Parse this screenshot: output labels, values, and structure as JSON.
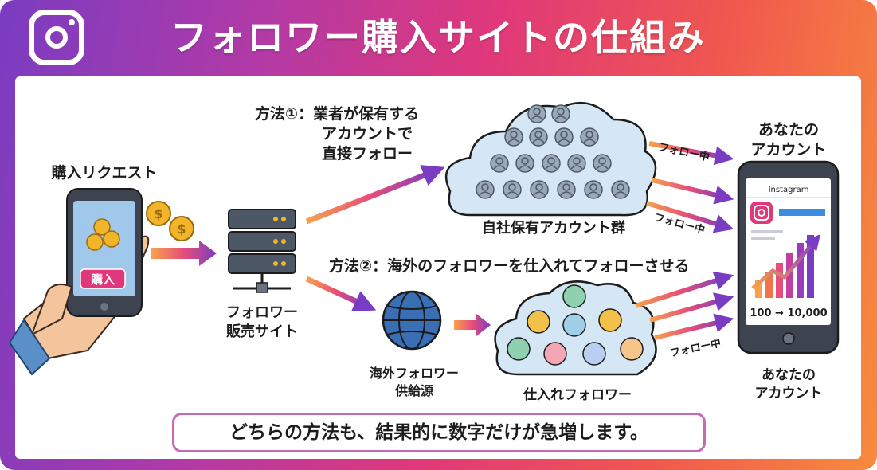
{
  "title": "フォロワー購入サイトの仕組み",
  "request_label": "購入リクエスト",
  "buy_button": "購入",
  "seller_label_1": "フォロワー",
  "seller_label_2": "販売サイト",
  "method1_line1": "方法①：業者が保有する",
  "method1_line2": "アカウントで",
  "method1_line3": "直接フォロー",
  "own_accounts_label": "自社保有アカウント群",
  "method2_label": "方法②：海外のフォロワーを仕入れてフォローさせる",
  "overseas_label_1": "海外フォロワー",
  "overseas_label_2": "供給源",
  "procured_label": "仕入れフォロワー",
  "following_tag": "フォロー中",
  "your_account_1": "あなたの",
  "your_account_2": "アカウント",
  "phone_app_name": "Instagram",
  "growth_text": "100 → 10,000",
  "conclusion": "どちらの方法も、結果的に数字だけが急増します。",
  "colors": {
    "accent_purple": "#7a3cc2",
    "accent_pink": "#e0387a",
    "accent_orange": "#f78b3c",
    "cloud_blue": "#d5e6f5"
  }
}
